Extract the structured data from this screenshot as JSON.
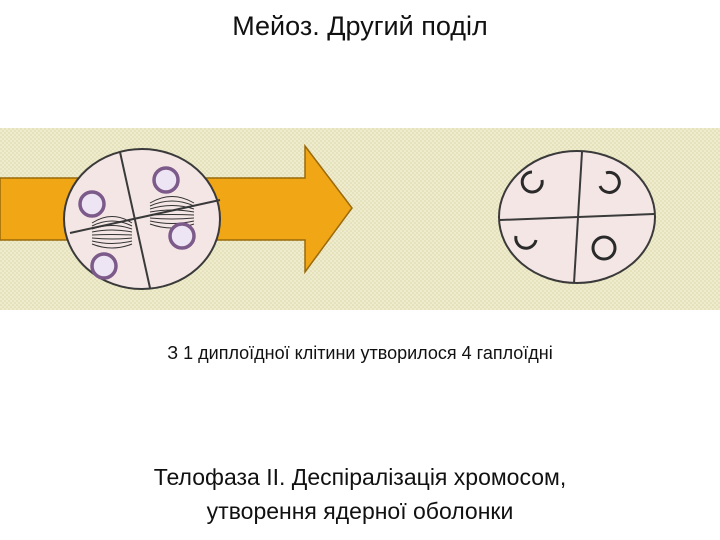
{
  "slide": {
    "title": "Мейоз. Другий поділ",
    "caption": "З 1 диплоїдної клітини утворилося 4 гаплоїдні",
    "subtitle_line1": "Телофаза ІІ. Деспіралізація хромосом,",
    "subtitle_line2": "утворення ядерної оболонки"
  },
  "colors": {
    "background_pattern": "#efeccd",
    "pattern_dot": "#d9d5a9",
    "arrow": "#f0a615",
    "arrow_outline": "#9a6a0a",
    "cell_fill": "#f5e6e6",
    "cell_outline": "#3a3a3a",
    "nucleus_ring": "#7c5a8a",
    "nucleus_fill": "#ede4f4"
  }
}
